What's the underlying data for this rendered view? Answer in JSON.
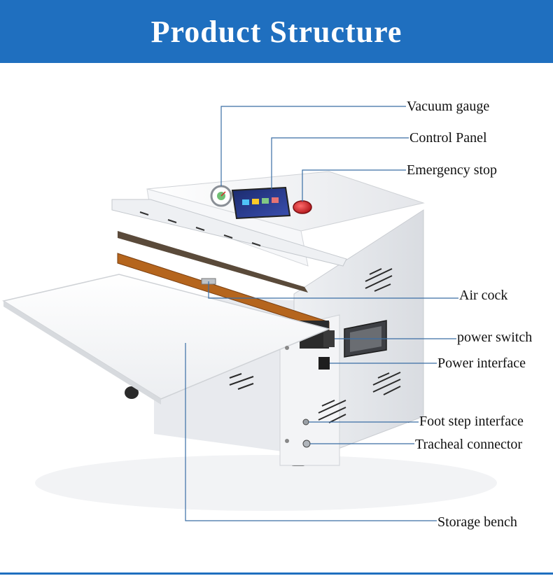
{
  "header": {
    "title": "Product Structure"
  },
  "colors": {
    "banner": "#1f6fbf",
    "leader_line": "#3a6ea5",
    "machine_body": "#f2f3f5",
    "sealing_bar": "#b5651d",
    "emergency_stop": "#d8262a"
  },
  "callouts": [
    {
      "id": "vacuum-gauge",
      "label": "Vacuum gauge"
    },
    {
      "id": "control-panel",
      "label": "Control Panel"
    },
    {
      "id": "emergency-stop",
      "label": "Emergency stop"
    },
    {
      "id": "air-cock",
      "label": "Air cock"
    },
    {
      "id": "power-switch",
      "label": "power switch"
    },
    {
      "id": "power-interface",
      "label": "Power interface"
    },
    {
      "id": "foot-step-interface",
      "label": "Foot step interface"
    },
    {
      "id": "tracheal-connector",
      "label": "Tracheal connector"
    },
    {
      "id": "storage-bench",
      "label": "Storage bench"
    }
  ]
}
